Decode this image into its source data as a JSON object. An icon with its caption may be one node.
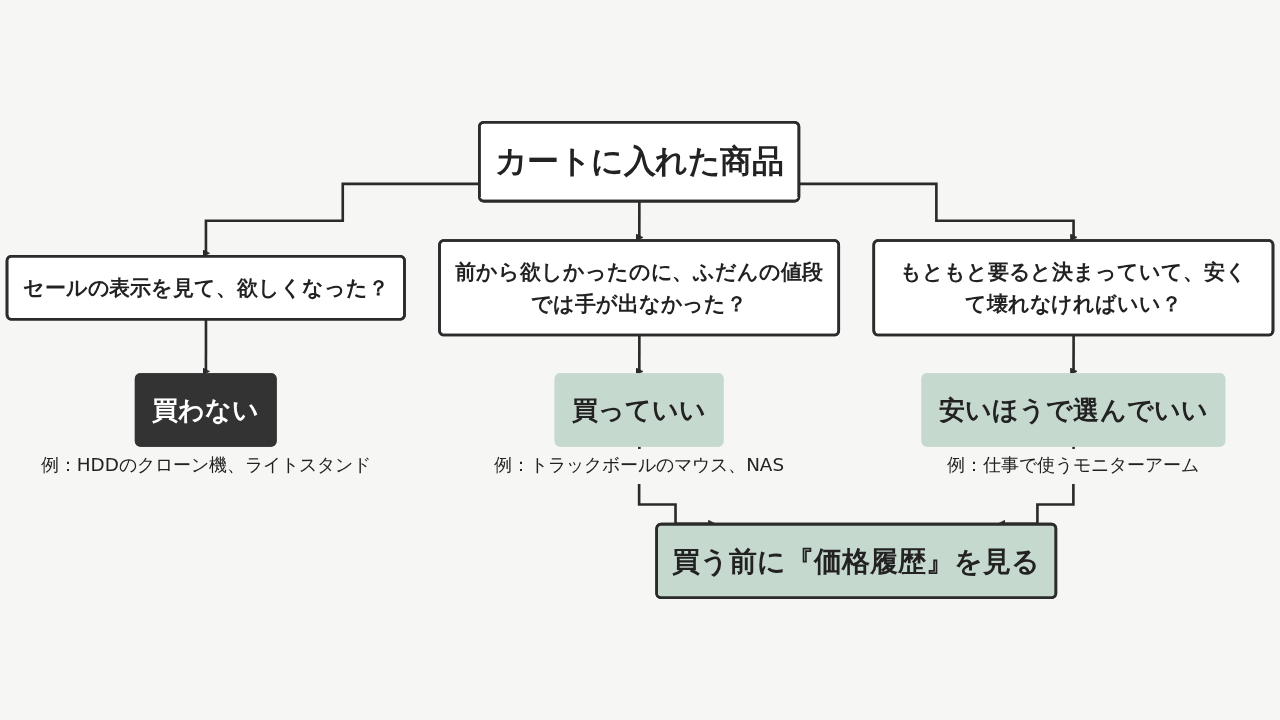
{
  "diagram": {
    "nodes": [
      {
        "text": [
          "カートに入れた商品"
        ]
      },
      {
        "text": [
          "セールの表示を見て、欲しくなった？"
        ]
      },
      {
        "text": [
          "前から欲しかったのに、ふだんの値段では手が出なかった？"
        ]
      },
      {
        "text": [
          "もともと要ると決まっていて、安くて壊れなければいい？"
        ]
      },
      {
        "text": [
          "買わない"
        ],
        "beside": [
          "例：HDDのクローン機、ライトスタンド"
        ]
      },
      {
        "text": [
          "買っていい"
        ],
        "beside": [
          "例：トラックボールのマウス、NAS"
        ]
      },
      {
        "text": [
          "安いほうで選んでいい"
        ],
        "beside": [
          "例：仕事で使うモニターアーム"
        ]
      },
      {
        "text": [
          "買う前に『価格履歴』を見る"
        ]
      }
    ],
    "edges": [
      {
        "from": 0,
        "to": 1,
        "arrow": "to"
      },
      {
        "from": 0,
        "to": 2,
        "arrow": "to"
      },
      {
        "from": 0,
        "to": 3,
        "arrow": "to"
      },
      {
        "from": 1,
        "to": 4,
        "arrow": "to"
      },
      {
        "from": 2,
        "to": 5,
        "arrow": "to"
      },
      {
        "from": 3,
        "to": 6,
        "arrow": "to"
      },
      {
        "from": 5,
        "to": 7,
        "arrow": "to"
      },
      {
        "from": 6,
        "to": 7,
        "arrow": "to"
      }
    ]
  }
}
